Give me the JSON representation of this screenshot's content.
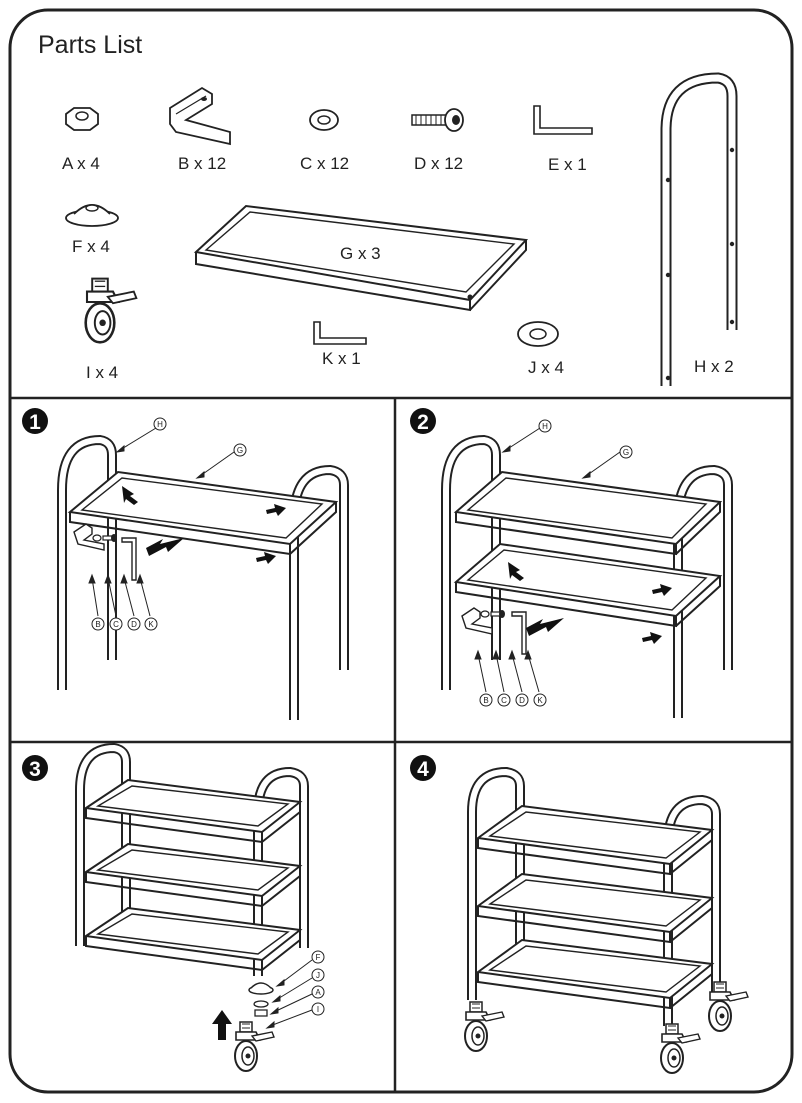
{
  "title": "Parts List",
  "parts": {
    "A": "A x 4",
    "B": "B x 12",
    "C": "C x 12",
    "D": "D x 12",
    "E": "E x 1",
    "F": "F x 4",
    "G": "G x 3",
    "H": "H x 2",
    "I": "I x 4",
    "J": "J x 4",
    "K": "K x 1"
  },
  "steps": {
    "s1": "1",
    "s2": "2",
    "s3": "3",
    "s4": "4"
  },
  "callouts": {
    "H": "H",
    "G": "G",
    "B": "B",
    "C": "C",
    "D": "D",
    "K": "K",
    "F": "F",
    "J": "J",
    "A": "A",
    "I": "I"
  }
}
